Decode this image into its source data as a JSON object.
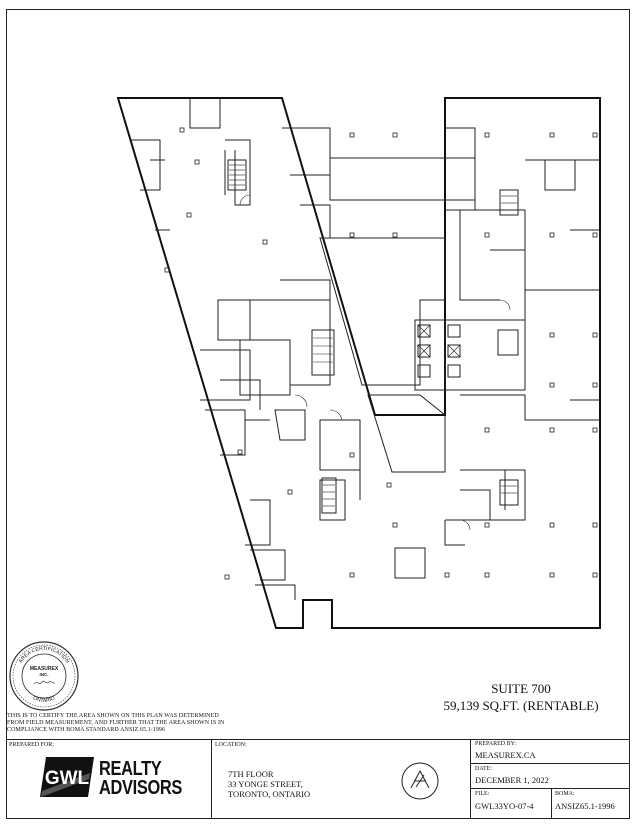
{
  "suite": {
    "name": "SUITE 700",
    "area": "59,139 SQ.FT. (RENTABLE)"
  },
  "certification": {
    "lines": [
      "THIS IS TO CERTIFY THE AREA SHOWN ON THIS PLAN WAS DETERMINED",
      "FROM FIELD MEASUREMENT,  AND FURTHER THAT THE AREA SHOWN IS IN",
      "COMPLIANCE WITH BOMA STANDARD ANSIZ.65.1-1996"
    ],
    "seal": {
      "ring_text": "AREA CERTIFICATION",
      "company": "MEASUREX",
      "company_suffix": "INC.",
      "province": "ONTARIO"
    }
  },
  "title_block": {
    "prepared_for_label": "PREPARED FOR:",
    "logo_primary": "GWL",
    "logo_words": [
      "REALTY",
      "ADVISORS"
    ],
    "location_label": "LOCATION:",
    "location_lines": [
      "7TH FLOOR",
      "33 YONGE STREET,",
      "TORONTO, ONTARIO"
    ],
    "prepared_by_label": "PREPARED BY:",
    "prepared_by": "MEASUREX.CA",
    "date_label": "DATE:",
    "date": "DECEMBER 1, 2022",
    "file_label": "FILE:",
    "file": "GWL33YO-07-4",
    "boma_label": "BOMA:",
    "boma": "ANSIZ65.1-1996",
    "north_icon": "north-arrow-icon"
  }
}
